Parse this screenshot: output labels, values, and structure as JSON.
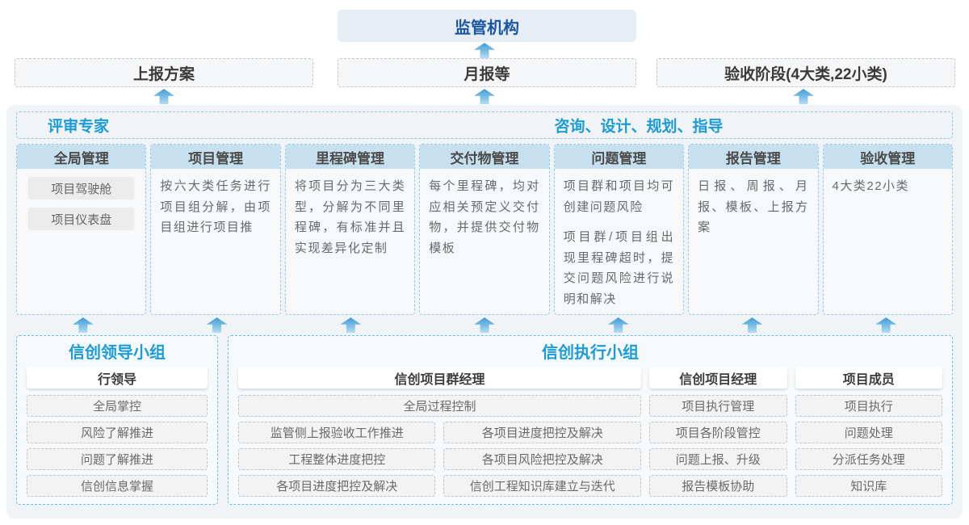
{
  "top": {
    "regulator_label": "监管机构"
  },
  "flow_row": {
    "report_plan": "上报方案",
    "monthly_report": "月报等",
    "acceptance_stage": "验收阶段(4大类,22小类)"
  },
  "main": {
    "experts_label": "评审专家",
    "guidance_label": "咨询、设计、规划、指导",
    "columns": [
      {
        "title": "全局管理",
        "chips": [
          "项目驾驶舱",
          "项目仪表盘"
        ]
      },
      {
        "title": "项目管理",
        "paragraphs": [
          "按六大类任务进行项目组分解，由项目组进行项目推"
        ]
      },
      {
        "title": "里程碑管理",
        "paragraphs": [
          "将项目分为三大类型，分解为不同里程碑，有标准并且实现差异化定制"
        ]
      },
      {
        "title": "交付物管理",
        "paragraphs": [
          "每个里程碑，均对应相关预定义交付物，并提供交付物模板"
        ]
      },
      {
        "title": "问题管理",
        "paragraphs": [
          "项目群和项目均可创建问题风险",
          "项目群/项目组出现里程碑超时，提交问题风险进行说明和解决"
        ]
      },
      {
        "title": "报告管理",
        "paragraphs": [
          "日报、周报、月报、模板、上报方案"
        ]
      },
      {
        "title": "验收管理",
        "paragraphs": [
          "4大类22小类"
        ]
      }
    ]
  },
  "bottom": {
    "leader_group": {
      "title": "信创领导小组",
      "role": "行领导",
      "items": [
        "全局掌控",
        "风险了解推进",
        "问题了解推进",
        "信创信息掌握"
      ]
    },
    "exec_group": {
      "title": "信创执行小组",
      "program_manager": {
        "role": "信创项目群经理",
        "full_item": "全局过程控制",
        "items": [
          "监管侧上报验收工作推进",
          "各项目进度把控及解决",
          "工程整体进度把控",
          "各项目风险把控及解决",
          "各项目进度把控及解决",
          "信创工程知识库建立与迭代"
        ]
      },
      "project_manager": {
        "role": "信创项目经理",
        "items": [
          "项目执行管理",
          "项目各阶段管控",
          "问题上报、升级",
          "报告模板协助"
        ]
      },
      "project_member": {
        "role": "项目成员",
        "items": [
          "项目执行",
          "问题处理",
          "分派任务处理",
          "知识库"
        ]
      }
    }
  },
  "colors": {
    "accent_blue": "#1b9bd8",
    "dark_blue": "#1b57a6",
    "column_header_bg": "#c7e0f0",
    "container_bg": "#f1f4f7",
    "arrow_gradient_top": "#3e9bd6",
    "arrow_gradient_bottom": "#b5dcf3"
  }
}
